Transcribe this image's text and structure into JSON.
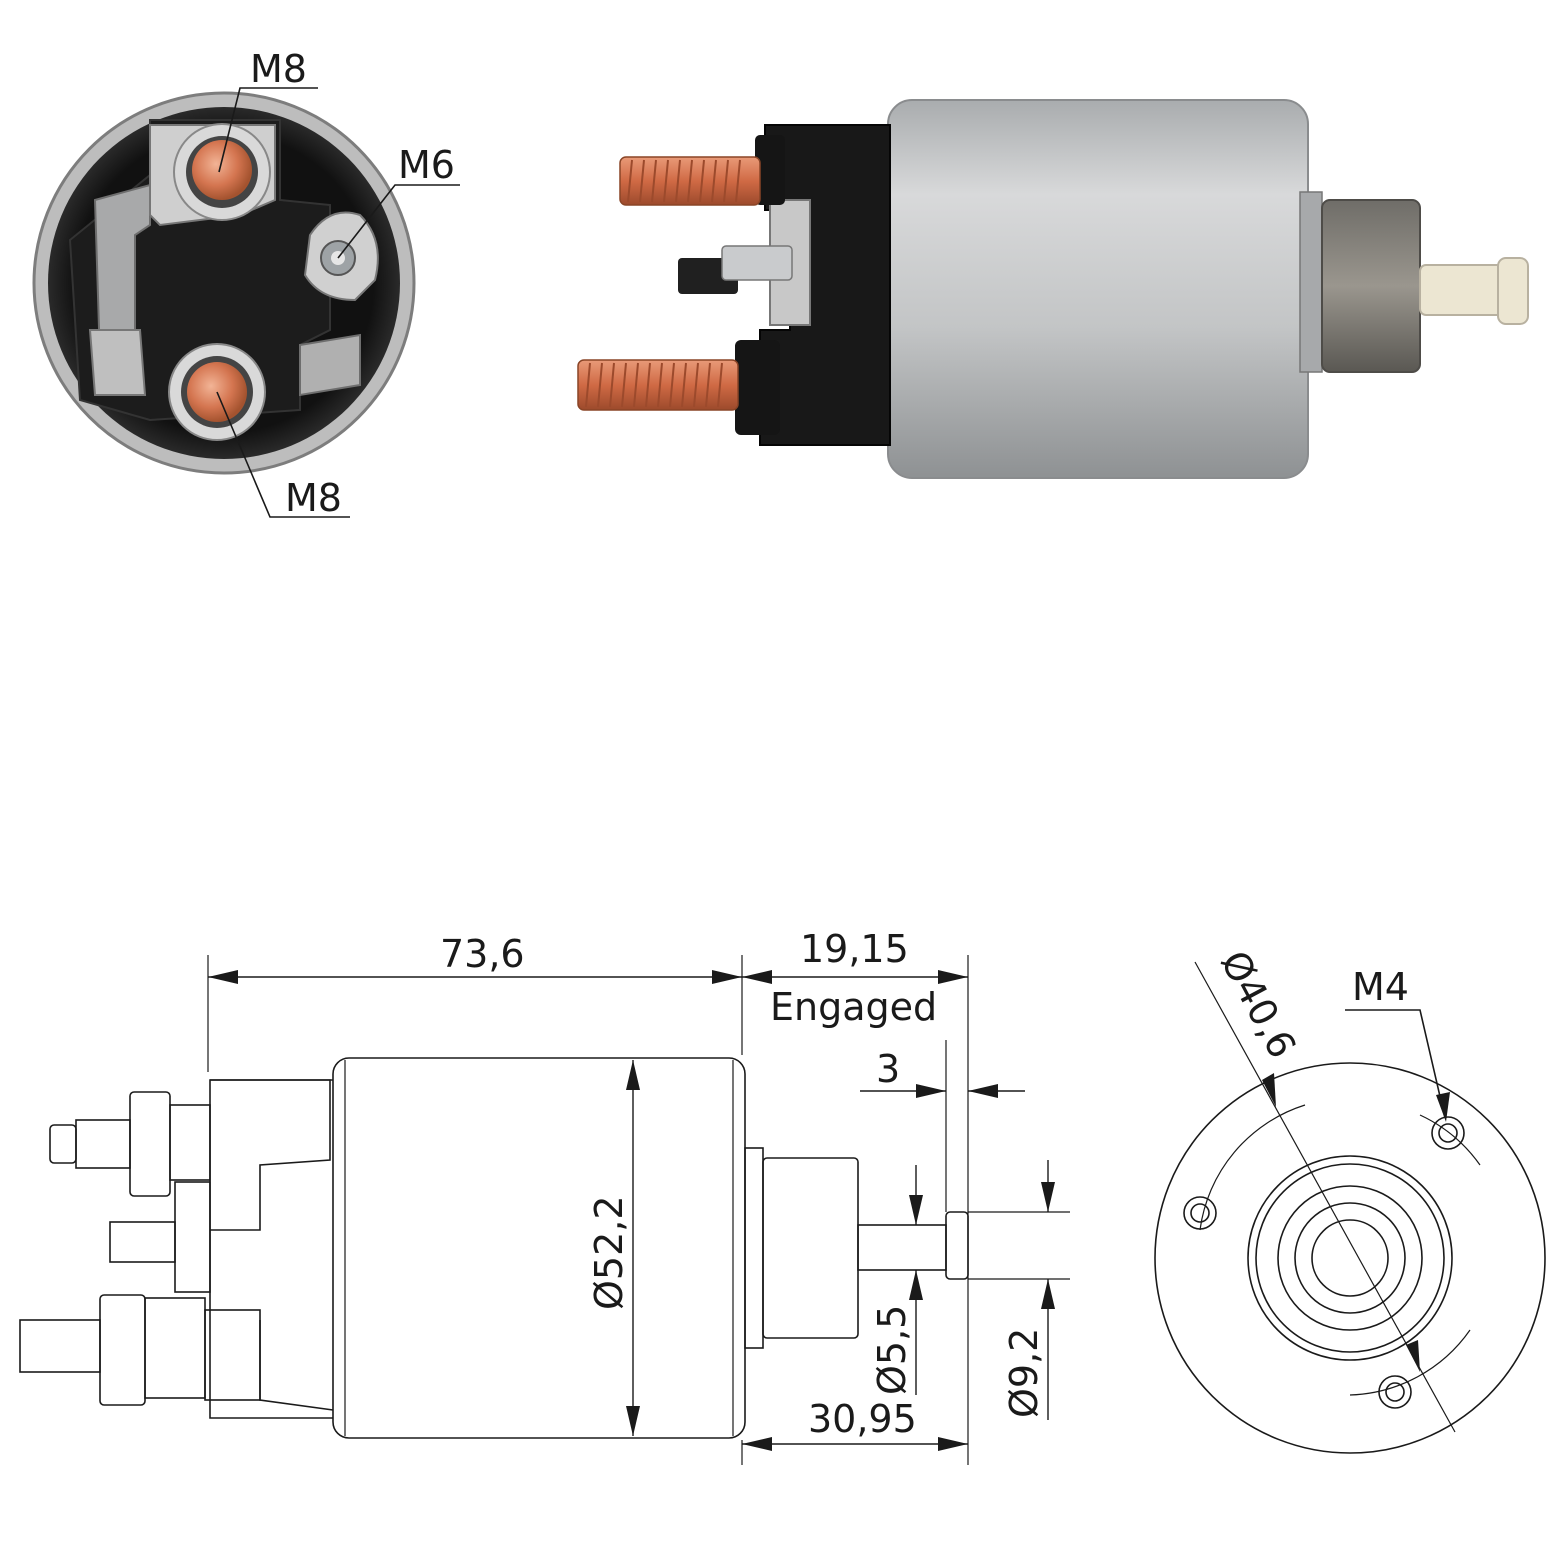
{
  "photo_callouts": {
    "top_terminal": "M8",
    "small_terminal": "M6",
    "bottom_terminal": "M8"
  },
  "drawing": {
    "length_body": "73,6",
    "length_engaged": "19,15",
    "engaged_label": "Engaged",
    "stroke_gap": "3",
    "body_diameter": "Ø52,2",
    "plunger_diameter": "Ø5,5",
    "plunger_head_diameter": "Ø9,2",
    "length_plunger": "30,95",
    "bolt_circle": "Ø40,6",
    "mount_thread": "M4"
  },
  "colors": {
    "copper": "#d4704a",
    "black_cap": "#151515",
    "steel_body": "#c9cbcc",
    "nylon_tip": "#ece6d2"
  }
}
